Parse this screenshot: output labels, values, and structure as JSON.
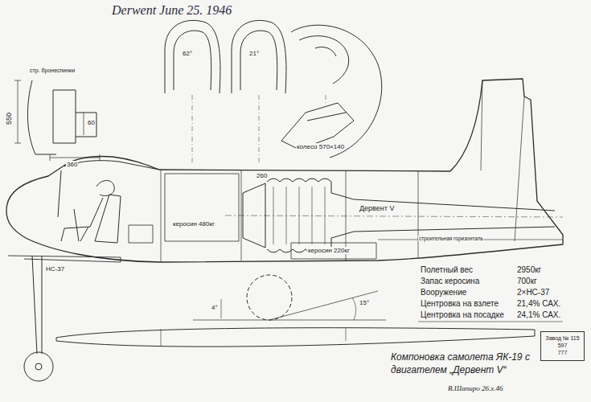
{
  "diagram": {
    "title": "Компоновка самолета ЯК-19 с двигателем „Дервент V“",
    "nodes": [
      {
        "text": [
          "Завод № 115",
          "597",
          "777"
        ]
      }
    ],
    "labels": [
      "Derwent June 25. 1946",
      "стр. бронеспинки",
      "550",
      "60",
      "360",
      "62°",
      "21°",
      "колесо 570×140",
      "НС-37",
      "керосин 480кг",
      "260",
      "Дервент V",
      "керосин 220кг",
      "строительная горизонталь",
      "4°",
      "15°",
      "Полетный вес",
      "2950кг",
      "Запас керосина",
      "700кг",
      "Вооружение",
      "2×НС-37",
      "Центровка на взлете",
      "21,4% САХ.",
      "Центровка на посадке",
      "24,1% САХ.",
      "В.Шапиро 26.х.46"
    ]
  }
}
